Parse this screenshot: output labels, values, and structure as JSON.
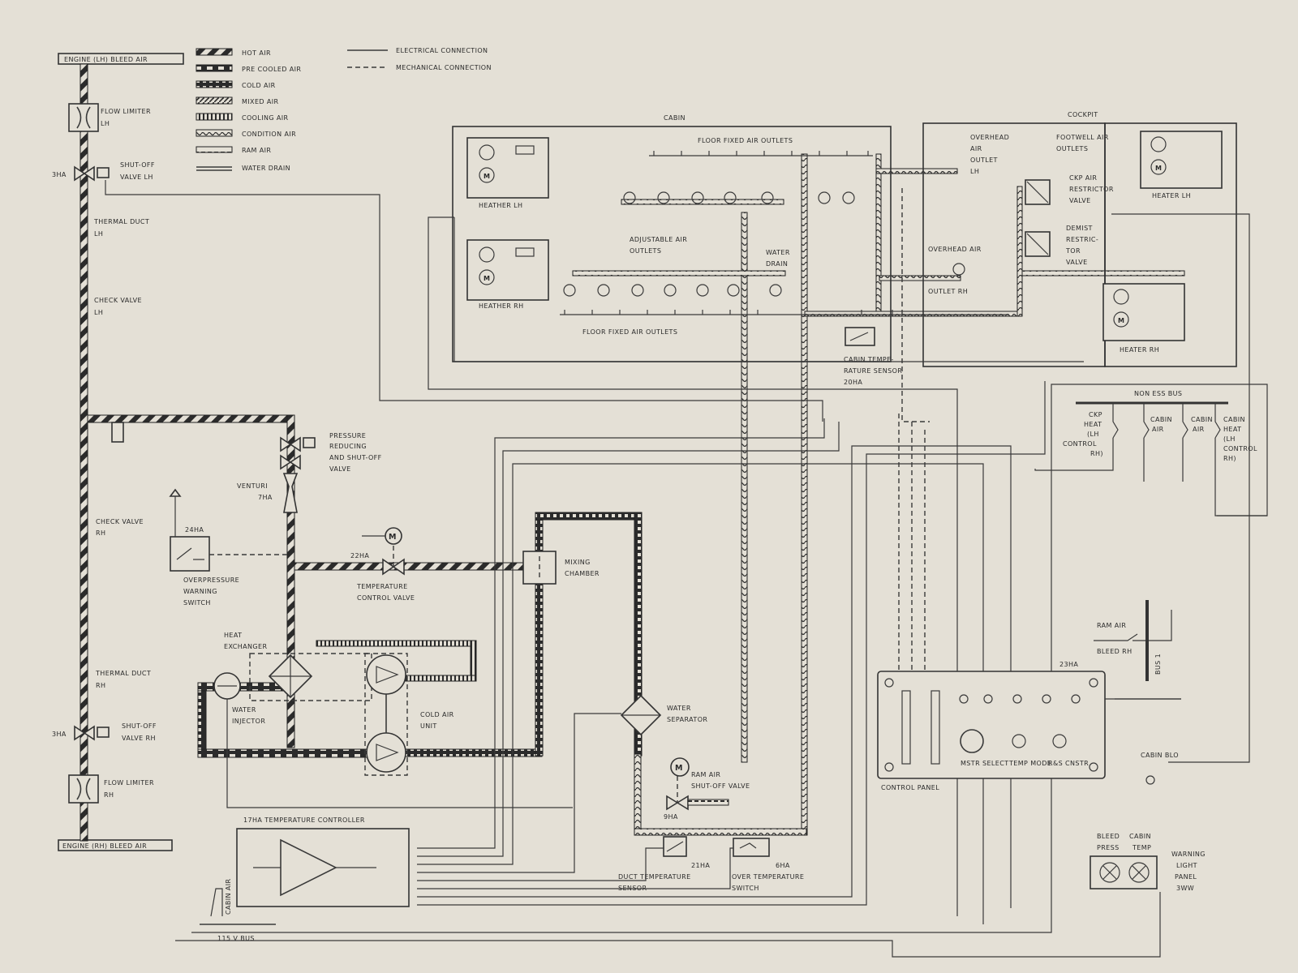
{
  "legend": {
    "hot_air": "HOT AIR",
    "pre_cooled_air": "PRE COOLED AIR",
    "cold_air": "COLD AIR",
    "mixed_air": "MIXED AIR",
    "cooling_air": "COOLING AIR",
    "condition_air": "CONDITION AIR",
    "ram_air": "RAM AIR",
    "water_drain": "WATER DRAIN",
    "electrical": "ELECTRICAL CONNECTION",
    "mechanical": "MECHANICAL CONNECTION"
  },
  "left": {
    "engine_lh": "ENGINE (LH) BLEED AIR",
    "engine_rh": "ENGINE (RH) BLEED AIR",
    "flow_limiter_lh": [
      "FLOW LIMITER",
      "LH"
    ],
    "shutoff_lh": [
      "SHUT-OFF",
      "VALVE LH"
    ],
    "ref_3ha_top": "3HA",
    "thermal_duct_lh": [
      "THERMAL DUCT",
      "LH"
    ],
    "check_valve_lh": [
      "CHECK VALVE",
      "LH"
    ],
    "check_valve_rh": [
      "CHECK VALVE",
      "RH"
    ],
    "thermal_duct_rh": [
      "THERMAL DUCT",
      "RH"
    ],
    "ref_3ha_bot": "3HA",
    "shutoff_rh": [
      "SHUT-OFF",
      "VALVE RH"
    ],
    "flow_limiter_rh": [
      "FLOW LIMITER",
      "RH"
    ]
  },
  "core": {
    "pressure_valve": [
      "PRESSURE",
      "REDUCING",
      "AND SHUT-OFF",
      "VALVE"
    ],
    "venturi": [
      "VENTURI",
      "7HA"
    ],
    "ref_24ha": "24HA",
    "overpressure": [
      "OVERPRESSURE",
      "WARNING",
      "SWITCH"
    ],
    "ref_22ha": "22HA",
    "temp_valve": [
      "TEMPERATURE",
      "CONTROL VALVE"
    ],
    "mixing": [
      "MIXING",
      "CHAMBER"
    ],
    "heat_exchanger": [
      "HEAT",
      "EXCHANGER"
    ],
    "water_injector": [
      "WATER",
      "INJECTOR"
    ],
    "cold_air_unit": [
      "COLD AIR",
      "UNIT"
    ],
    "water_separator": [
      "WATER",
      "SEPARATOR"
    ],
    "ram_valve": [
      "RAM AIR",
      "SHUT-OFF VALVE"
    ],
    "ref_9ha": "9HA",
    "controller": "17HA TEMPERATURE CONTROLLER",
    "cabin_air_cb": "CABIN AIR",
    "bus_115": "115 V BUS",
    "ref_21ha": "21HA",
    "duct_sensor": [
      "DUCT TEMPERATURE",
      "SENSOR"
    ],
    "ref_6ha": "6HA",
    "over_temp": "OVER TEMPERATURE",
    "over_temp_2": "SWITCH"
  },
  "cabin": {
    "title": "CABIN",
    "floor_top": "FLOOR FIXED AIR OUTLETS",
    "floor_bottom": "FLOOR FIXED AIR OUTLETS",
    "adjustable": [
      "ADJUSTABLE AIR",
      "OUTLETS"
    ],
    "water_drain": [
      "WATER",
      "DRAIN"
    ],
    "heater_lh": "HEATHER LH",
    "heater_rh": "HEATHER RH",
    "sensor": [
      "CABIN TEMPE-",
      "RATURE SENSOR",
      "20HA"
    ]
  },
  "cockpit": {
    "title": "COCKPIT",
    "overhead_lh": [
      "OVERHEAD",
      "AIR",
      "OUTLET",
      "LH"
    ],
    "footwell": [
      "FOOTWELL AIR",
      "OUTLETS"
    ],
    "ckp_valve": [
      "CKP AIR",
      "RESTRICTOR",
      "VALVE"
    ],
    "heater_lh": "HEATER LH",
    "demist": [
      "DEMIST",
      "RESTRIC-",
      "TOR",
      "VALVE"
    ],
    "overhead_air": "OVERHEAD AIR",
    "outlet_rh": "OUTLET RH",
    "heater_rh": "HEATER RH"
  },
  "right": {
    "bus": "NON ESS BUS",
    "cb1": [
      "CKP",
      "HEAT",
      "(LH",
      "CONTROL",
      "RH)"
    ],
    "cb2": [
      "CABIN",
      "AIR"
    ],
    "cb3": [
      "CABIN",
      "AIR"
    ],
    "cb4": [
      "CABIN",
      "HEAT",
      "(LH",
      "CONTROL",
      "RH)"
    ],
    "ram_air": "RAM AIR",
    "bleed_rh": "BLEED RH",
    "ref_23ha": "23HA",
    "bus1": "BUS 1",
    "control_panel": "CONTROL PANEL",
    "panel_knob1": "MSTR SELECT",
    "panel_knob2": "TEMP MODE",
    "panel_knob3": "R&S CNSTR",
    "bleed_press": [
      "BLEED",
      "PRESS"
    ],
    "cabin_temp": [
      "CABIN",
      "TEMP"
    ],
    "warning": [
      "WARNING",
      "LIGHT",
      "PANEL",
      "3WW"
    ],
    "cabin_blo": "CABIN BLO"
  }
}
